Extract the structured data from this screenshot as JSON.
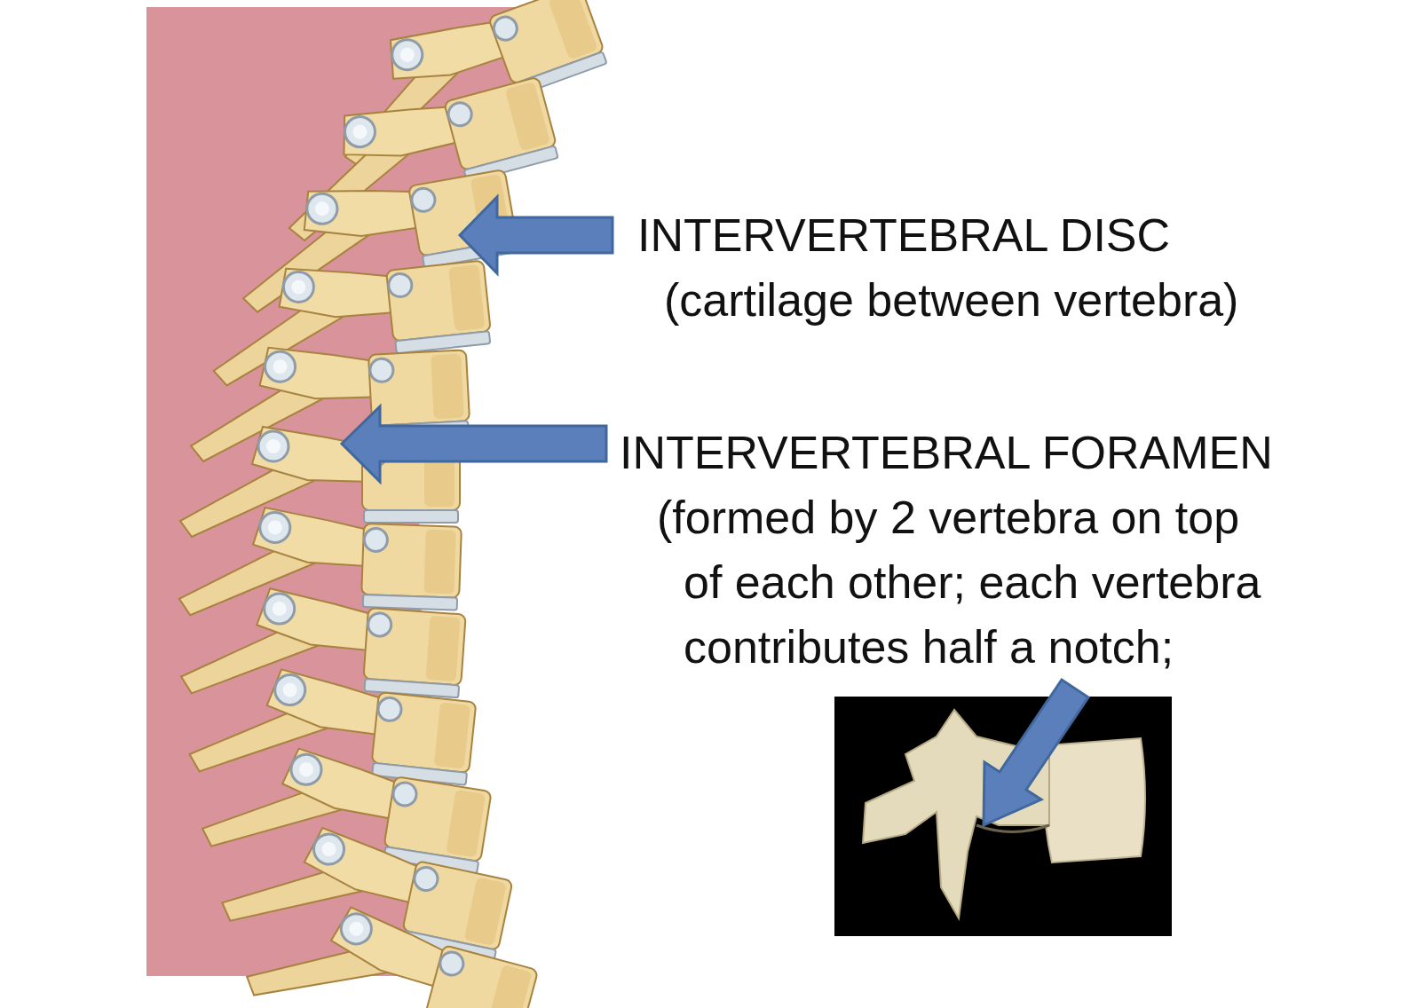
{
  "diagram": {
    "labels": [
      "INTERVERTEBRAL DISC",
      "(cartilage between vertebra)",
      "INTERVERTEBRAL FORAMEN",
      "(formed by 2 vertebra on top of each other; each vertebra contributes half a notch;"
    ]
  }
}
